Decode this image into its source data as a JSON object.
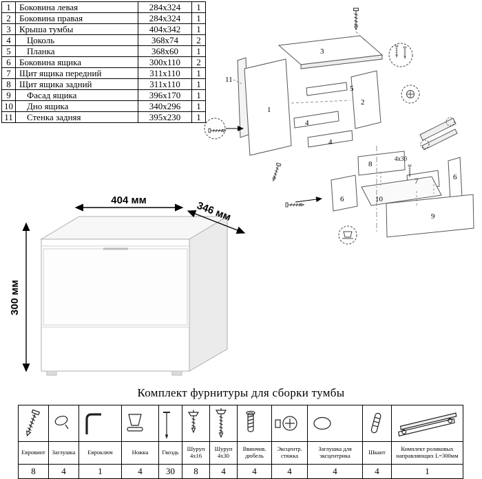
{
  "parts_table": {
    "rows": [
      {
        "num": "1",
        "name": "Боковина левая",
        "size": "284х324",
        "qty": "1"
      },
      {
        "num": "2",
        "name": "Боковина правая",
        "size": "284х324",
        "qty": "1"
      },
      {
        "num": "3",
        "name": "Крыша тумбы",
        "size": "404х342",
        "qty": "1"
      },
      {
        "num": "4",
        "name": "Цоколь",
        "size": "368х74",
        "qty": "2"
      },
      {
        "num": "5",
        "name": "Планка",
        "size": "368х60",
        "qty": "1"
      },
      {
        "num": "6",
        "name": "Боковина ящика",
        "size": "300х110",
        "qty": "2"
      },
      {
        "num": "7",
        "name": "Щит ящика передний",
        "size": "311х110",
        "qty": "1"
      },
      {
        "num": "8",
        "name": "Щит ящика задний",
        "size": "311х110",
        "qty": "1"
      },
      {
        "num": "9",
        "name": "Фасад ящика",
        "size": "396х170",
        "qty": "1"
      },
      {
        "num": "10",
        "name": "Дно ящика",
        "size": "340х296",
        "qty": "1"
      },
      {
        "num": "11",
        "name": "Стенка задняя",
        "size": "395х230",
        "qty": "1"
      }
    ]
  },
  "assembled_view": {
    "width_label": "404 мм",
    "depth_label": "346 мм",
    "height_label": "300 мм"
  },
  "exploded_view": {
    "labels": [
      "1",
      "2",
      "3",
      "4",
      "4",
      "5",
      "6",
      "6",
      "7",
      "8",
      "9",
      "10",
      "11"
    ],
    "screw_note": "4х30"
  },
  "hardware": {
    "title": "Комплект фурнитуры для сборки тумбы",
    "items": [
      {
        "name": "Евровинт",
        "qty": "8",
        "icon": "confirmat-screw-icon"
      },
      {
        "name": "Заглушка",
        "qty": "4",
        "icon": "cap-icon"
      },
      {
        "name": "Евроключ",
        "qty": "1",
        "icon": "hex-key-icon"
      },
      {
        "name": "Ножка",
        "qty": "4",
        "icon": "foot-icon"
      },
      {
        "name": "Гвоздь",
        "qty": "30",
        "icon": "nail-icon"
      },
      {
        "name": "Шуруп 4х16",
        "qty": "8",
        "icon": "screw-short-icon"
      },
      {
        "name": "Шуруп 4х30",
        "qty": "4",
        "icon": "screw-long-icon"
      },
      {
        "name": "Ввинчив. дюбель",
        "qty": "4",
        "icon": "threaded-dowel-icon"
      },
      {
        "name": "Эксцентр. стяжка",
        "qty": "4",
        "icon": "cam-lock-icon"
      },
      {
        "name": "Заглушка для эксцентрика",
        "qty": "4",
        "icon": "cam-cap-icon"
      },
      {
        "name": "Шкант",
        "qty": "4",
        "icon": "wooden-dowel-icon"
      },
      {
        "name": "Комплект роликовых направляющих L=300мм",
        "qty": "1",
        "icon": "drawer-slides-icon"
      }
    ]
  }
}
